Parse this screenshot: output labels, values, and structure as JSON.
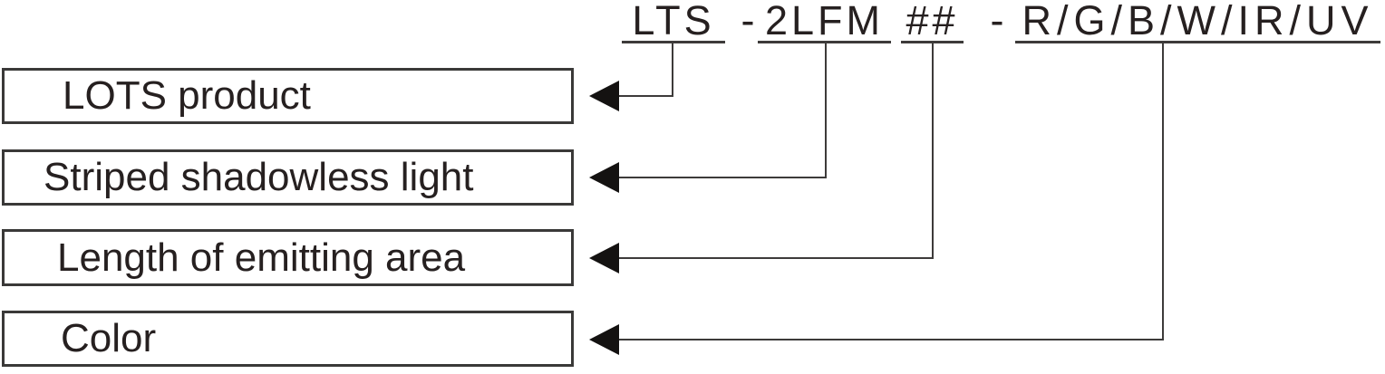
{
  "part_number": {
    "product_code": "LTS",
    "separator_1": "-",
    "series_code": "2LFM",
    "length_code": "##",
    "separator_2": "-",
    "color_codes": "R/G/B/W/IR/UV"
  },
  "legend": {
    "product": {
      "label": "LOTS product"
    },
    "series": {
      "label": "Striped shadowless light"
    },
    "length": {
      "label": "Length of emitting area"
    },
    "color": {
      "label": "Color"
    }
  },
  "colors": {
    "text": "#262020",
    "line": "#3d3b3a",
    "arrow": "#141211",
    "box_border": "#3a3938",
    "background": "#ffffff"
  }
}
